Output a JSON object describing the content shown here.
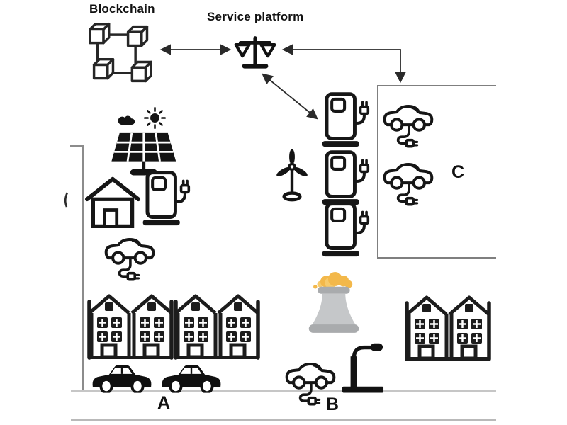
{
  "figure": {
    "blockchain_label": "Blockchain",
    "service_platform_label": "Service platform",
    "region_a_label": "A",
    "region_b_label": "B",
    "region_c_label": "C"
  },
  "connections": [
    {
      "from": "blockchain",
      "to": "service-platform",
      "style": "double-arrow"
    },
    {
      "from": "region-c-box",
      "to": "service-platform",
      "style": "double-arrow-elbow"
    },
    {
      "from": "service-platform",
      "to": "charging-stations",
      "style": "double-arrow-diagonal"
    }
  ],
  "icons": {
    "blockchain-network-icon": "four linked isometric cubes",
    "balance-scale-icon": "scale of justice",
    "cloud-icon": "small filled cloud",
    "sun-icon": "sun with rays",
    "solar-panel-icon": "tilted photovoltaic panel on stand",
    "house-icon": "detached house outline",
    "charging-station-icon": "EV charging pump with plug",
    "ev-car-icon": "electric car outline with charging plug",
    "wind-turbine-icon": "three-blade wind turbine",
    "townhouse-pair-icon": "two attached gabled townhouses",
    "sedan-car-icon": "black sedan silhouette",
    "cooling-tower-icon": "power plant cooling tower with yellow smoke",
    "street-lamp-icon": "street light pole"
  },
  "colors": {
    "icon_black": "#161616",
    "arrow_dark": "#2a2a2a",
    "boundary_gray": "#8c8c8c",
    "box_border_gray": "#7f7f7f",
    "ground_line_gray": "#c6c6c6",
    "bottom_strip_gray": "#b9b9b9",
    "tower_body": "#c5c7c9",
    "tower_trim": "#a9abad",
    "smoke_yellow": "#f3b84a",
    "smoke_yellow_light": "#f7ca6b"
  }
}
